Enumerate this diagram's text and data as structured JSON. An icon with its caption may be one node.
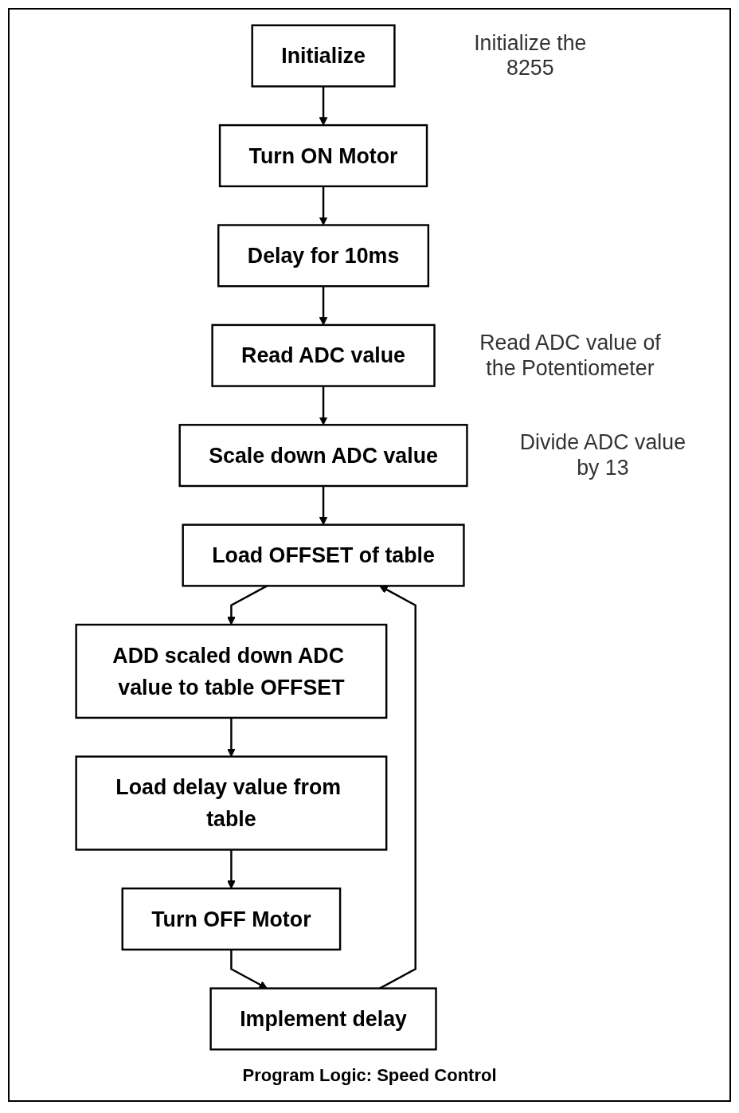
{
  "diagram": {
    "caption": "Program Logic: Speed Control",
    "nodes": [
      {
        "text": [
          "Initialize"
        ],
        "beside": [
          "Initialize the 8255"
        ]
      },
      {
        "text": [
          "Turn ON Motor"
        ]
      },
      {
        "text": [
          "Delay for 10ms"
        ]
      },
      {
        "text": [
          "Read ADC value"
        ],
        "beside": [
          "Read ADC value of the Potentiometer"
        ]
      },
      {
        "text": [
          "Scale down ADC value"
        ],
        "beside": [
          "Divide ADC value by 13"
        ]
      },
      {
        "text": [
          "Load OFFSET of table"
        ]
      },
      {
        "text": [
          "ADD scaled down ADC value to table OFFSET"
        ]
      },
      {
        "text": [
          "Load delay value from table"
        ]
      },
      {
        "text": [
          "Turn OFF Motor"
        ]
      },
      {
        "text": [
          "Implement delay"
        ]
      }
    ],
    "edges": [
      {
        "from": 0,
        "to": 1,
        "arrow": "to"
      },
      {
        "from": 1,
        "to": 2,
        "arrow": "to"
      },
      {
        "from": 2,
        "to": 3,
        "arrow": "to"
      },
      {
        "from": 3,
        "to": 4,
        "arrow": "to"
      },
      {
        "from": 4,
        "to": 5,
        "arrow": "to"
      },
      {
        "from": 5,
        "to": 6,
        "arrow": "to"
      },
      {
        "from": 6,
        "to": 7,
        "arrow": "to"
      },
      {
        "from": 7,
        "to": 8,
        "arrow": "to"
      },
      {
        "from": 8,
        "to": 9,
        "arrow": "to"
      },
      {
        "from": 9,
        "to": 5,
        "arrow": "to"
      }
    ]
  }
}
